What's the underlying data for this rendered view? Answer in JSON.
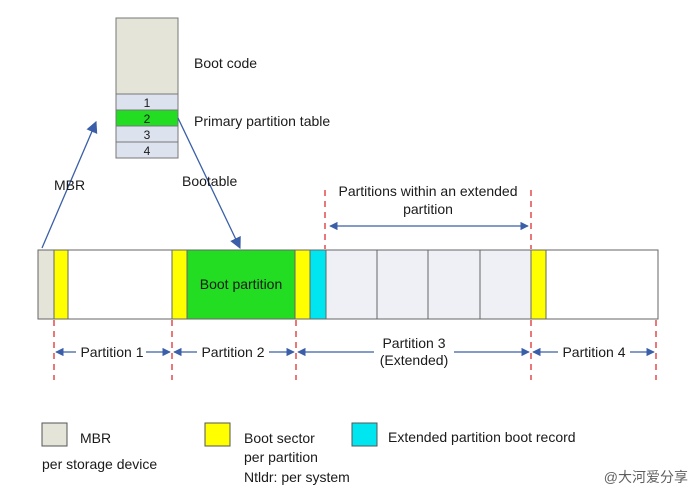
{
  "mbr_stack": {
    "boot_code_label": "Boot code",
    "primary_table_label": "Primary partition table",
    "rows": [
      "1",
      "2",
      "3",
      "4"
    ]
  },
  "arrows": {
    "mbr_label": "MBR",
    "bootable_label": "Bootable"
  },
  "disk": {
    "boot_partition_label": "Boot partition",
    "extended_group_label_line1": "Partitions within an extended",
    "extended_group_label_line2": "partition"
  },
  "spans": {
    "partition1": "Partition 1",
    "partition2": "Partition 2",
    "partition3_line1": "Partition 3",
    "partition3_line2": "(Extended)",
    "partition4": "Partition 4"
  },
  "legend": {
    "mbr_label": "MBR",
    "mbr_sub": "per storage device",
    "boot_sector_label": "Boot sector",
    "boot_sector_sub1": "per partition",
    "boot_sector_sub2": "Ntldr: per system",
    "ebr_label": "Extended partition boot record"
  },
  "watermark": "@大河爱分享",
  "colors": {
    "mbr_fill": "#e4e4d8",
    "boot_sector_fill": "#ffff00",
    "boot_partition_fill": "#22dd22",
    "ebr_fill": "#00e6f0",
    "logical_fill": "#eef0f5",
    "table_row_fill": "#dde3ee",
    "arrow_color": "#3a5fa8",
    "dashed_color": "#e03030"
  }
}
